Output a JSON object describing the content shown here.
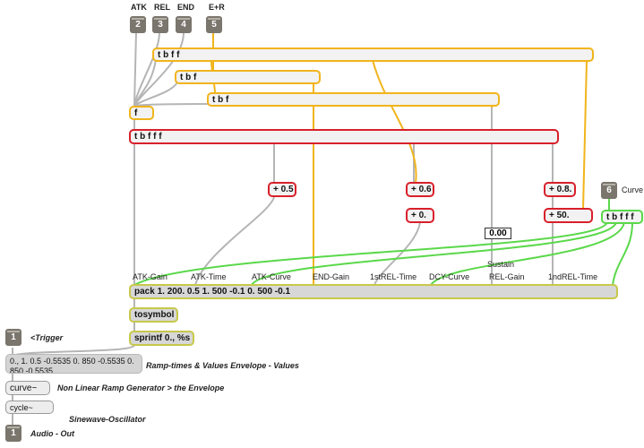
{
  "presets": {
    "atk": {
      "label": "ATK",
      "num": "2"
    },
    "rel": {
      "label": "REL",
      "num": "3"
    },
    "end": {
      "label": "END",
      "num": "4"
    },
    "er": {
      "label": "E+R",
      "num": "5"
    },
    "curve": {
      "label": "Curve",
      "num": "6"
    },
    "trigger": {
      "num": "1"
    },
    "audio": {
      "num": "1"
    }
  },
  "objects": {
    "tbff": "t b f f",
    "tbf1": "t b f",
    "tbf2": "t b f",
    "f": "f",
    "tbfff_main": "t b f f f",
    "add05": "+ 0.5",
    "add06": "+ 0.6",
    "add0": "+ 0.",
    "add08": "+ 0.8.",
    "add50": "+ 50.",
    "tbfff_curve": "t b f f f",
    "pack": "pack 1. 200. 0.5 1. 500 -0.1 0. 500 -0.1",
    "tosymbol": "tosymbol",
    "sprintf": "sprintf 0., %s",
    "message": "0., 1. 0.5 -0.5535 0. 850 -0.5535 0. 850 -0.5535",
    "curve": "curve~",
    "cycle": "cycle~"
  },
  "sustain": {
    "value": "0.00",
    "label": "Sustain"
  },
  "pack_labels": {
    "atk_gain": "ATK-Gain",
    "atk_time": "ATK-Time",
    "atk_curve": "ATK-Curve",
    "end_gain": "END-Gain",
    "rel1": "1stREL-Time",
    "dcy_curve": "DCY-Curve",
    "rel_gain": "REL-Gain",
    "rel2": "1ndREL-Time"
  },
  "comments": {
    "trigger": "<Trigger",
    "ramp": "Ramp-times & Values Envelope - Values",
    "nonlinear": "Non Linear Ramp Generator > the Envelope",
    "sine": "Sinewave-Oscillator",
    "audio": "Audio - Out"
  },
  "colors": {
    "yellow_cord": "#f1b41c",
    "green_cord": "#5ad84a",
    "red_border": "#d9202a",
    "grey_cord": "#b5b5b5"
  }
}
